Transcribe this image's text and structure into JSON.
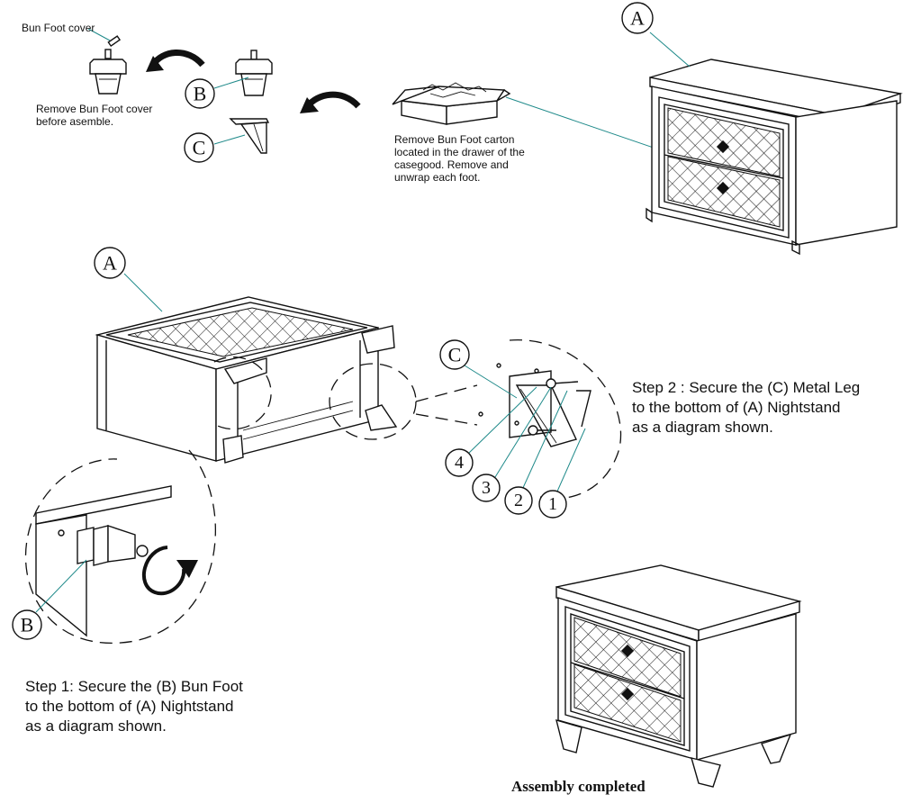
{
  "labels": {
    "bun_foot_cover": "Bun Foot cover",
    "remove_cover_line1": "Remove Bun Foot cover",
    "remove_cover_line2": "before asemble.",
    "carton_line1": "Remove Bun Foot carton",
    "carton_line2": "located in the drawer of the",
    "carton_line3": "casegood. Remove and",
    "carton_line4": "unwrap each foot.",
    "step2_line1": "Step 2 : Secure the  (C)  Metal Leg",
    "step2_line2": "to the bottom of  (A)  Nightstand",
    "step2_line3": "as a diagram shown.",
    "step1_line1": "Step 1: Secure the  (B)  Bun Foot",
    "step1_line2": "to the bottom of  (A)  Nightstand",
    "step1_line3": "as a diagram shown.",
    "assembly_completed": "Assembly completed"
  },
  "parts": {
    "a": "A",
    "b": "B",
    "c": "C"
  },
  "hardware": {
    "n1": "1",
    "n2": "2",
    "n3": "3",
    "n4": "4"
  },
  "colors": {
    "leader_line": "#1f8a8a",
    "line_art": "#111111"
  }
}
